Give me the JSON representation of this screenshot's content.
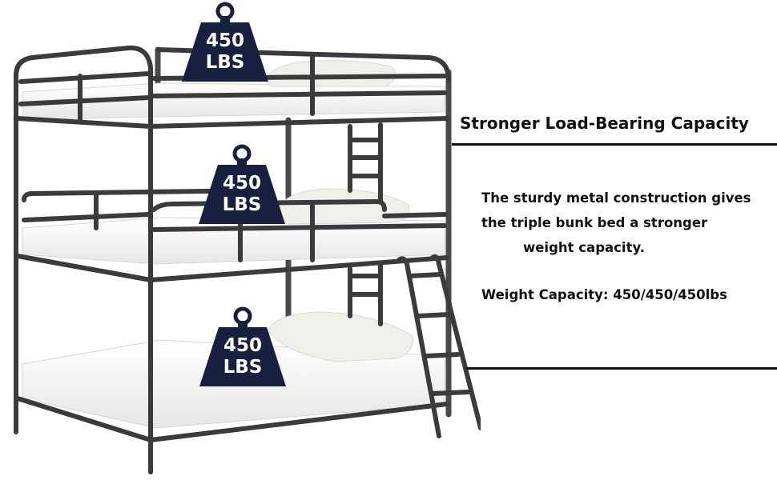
{
  "weights": [
    {
      "number": "450",
      "unit": "LBS"
    },
    {
      "number": "450",
      "unit": "LBS"
    },
    {
      "number": "450",
      "unit": "LBS"
    }
  ],
  "heading": "Stronger Load-Bearing Capacity",
  "description_lines": [
    "The sturdy metal construction gives",
    "the triple bunk bed a stronger",
    "weight capacity."
  ],
  "capacity_line": "Weight Capacity: 450/450/450lbs",
  "colors": {
    "frame": "#3b3b3d",
    "weight_badge": "#17213f",
    "text": "#111111",
    "mattress": "#f3f3f1"
  }
}
